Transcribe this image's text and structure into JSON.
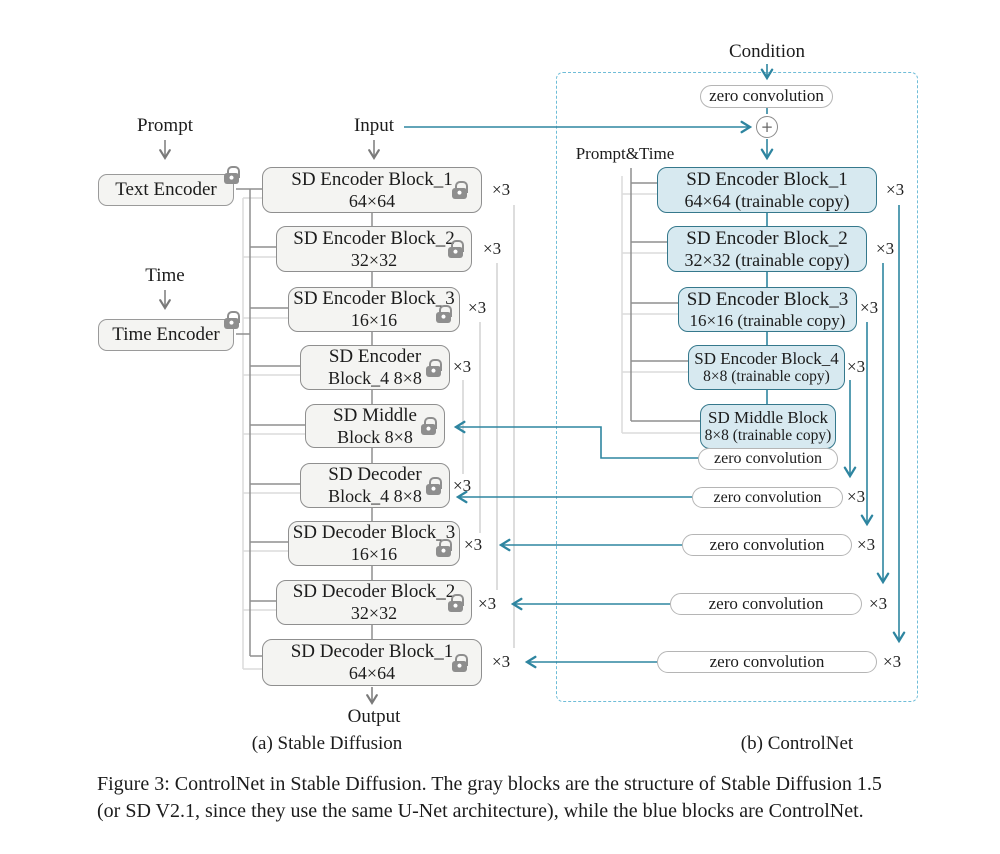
{
  "figure": {
    "caption_line1": "Figure 3: ControlNet in Stable Diffusion. The gray blocks are the structure of Stable Diffusion 1.5",
    "caption_line2": "(or SD V2.1, since they use the same U-Net architecture), while the blue blocks are ControlNet.",
    "subcaption_a": "(a) Stable Diffusion",
    "subcaption_b": "(b) ControlNet"
  },
  "labels": {
    "prompt": "Prompt",
    "time": "Time",
    "input": "Input",
    "output": "Output",
    "condition": "Condition",
    "prompt_and_time": "Prompt&Time",
    "x3": "×3",
    "plus": "+",
    "zero_convolution": "zero convolution",
    "text_encoder": "Text Encoder",
    "time_encoder": "Time Encoder"
  },
  "colors": {
    "teal_arrow": "#2e85a0",
    "blue_block_fill": "#d7e9f0",
    "blue_block_border": "#35788c",
    "gray_block_fill": "#f4f4f2",
    "gray_block_border": "#8f8f8f",
    "dashed_box_border": "#6fbdd8",
    "lock_icon": "#8e8e8e"
  },
  "stable_diffusion": {
    "blocks": [
      {
        "line1": "SD Encoder Block_1",
        "line2": "64×64"
      },
      {
        "line1": "SD Encoder Block_2",
        "line2": "32×32"
      },
      {
        "line1": "SD Encoder Block_3",
        "line2": "16×16"
      },
      {
        "line1": "SD Encoder",
        "line2": "Block_4 8×8"
      },
      {
        "line1": "SD Middle",
        "line2": "Block 8×8"
      },
      {
        "line1": "SD Decoder",
        "line2": "Block_4 8×8"
      },
      {
        "line1": "SD Decoder Block_3",
        "line2": "16×16"
      },
      {
        "line1": "SD Decoder Block_2",
        "line2": "32×32"
      },
      {
        "line1": "SD Decoder Block_1",
        "line2": "64×64"
      }
    ]
  },
  "controlnet": {
    "blocks": [
      {
        "line1": "SD Encoder Block_1",
        "line2": "64×64 (trainable copy)"
      },
      {
        "line1": "SD Encoder Block_2",
        "line2": "32×32 (trainable copy)"
      },
      {
        "line1": "SD Encoder Block_3",
        "line2": "16×16 (trainable copy)"
      },
      {
        "line1": "SD Encoder Block_4",
        "line2": "8×8 (trainable copy)"
      },
      {
        "line1": "SD Middle Block",
        "line2": "8×8 (trainable copy)"
      }
    ]
  }
}
